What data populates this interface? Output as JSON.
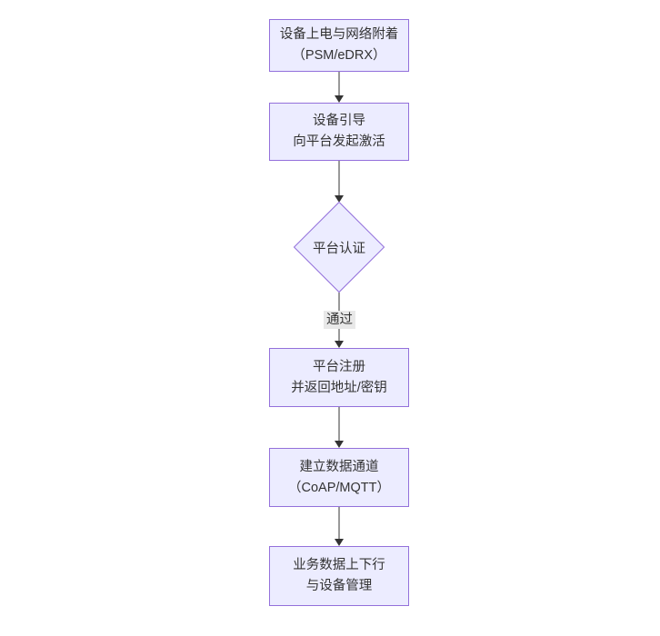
{
  "diagram": {
    "type": "flowchart-vertical",
    "background_color": "#ffffff",
    "node_fill_color": "#ECECFF",
    "node_border_color": "#9370DB",
    "text_color": "#333333",
    "arrow_color": "#333333",
    "edge_label_bg_color": "#e8e8e8",
    "nodes": [
      {
        "id": "power-attach",
        "shape": "rect",
        "lines": [
          "设备上电与网络附着",
          "（PSM/eDRX）"
        ]
      },
      {
        "id": "bootstrap",
        "shape": "rect",
        "lines": [
          "设备引导",
          "向平台发起激活"
        ]
      },
      {
        "id": "platform-auth",
        "shape": "diamond",
        "lines": [
          "平台认证"
        ]
      },
      {
        "id": "register",
        "shape": "rect",
        "lines": [
          "平台注册",
          "并返回地址/密钥"
        ]
      },
      {
        "id": "data-channel",
        "shape": "rect",
        "lines": [
          "建立数据通道",
          "（CoAP/MQTT）"
        ]
      },
      {
        "id": "business-data",
        "shape": "rect",
        "lines": [
          "业务数据上下行",
          "与设备管理"
        ]
      }
    ],
    "edges": [
      {
        "from": "power-attach",
        "to": "bootstrap",
        "label": ""
      },
      {
        "from": "bootstrap",
        "to": "platform-auth",
        "label": ""
      },
      {
        "from": "platform-auth",
        "to": "register",
        "label": "通过"
      },
      {
        "from": "register",
        "to": "data-channel",
        "label": ""
      },
      {
        "from": "data-channel",
        "to": "business-data",
        "label": ""
      }
    ]
  }
}
